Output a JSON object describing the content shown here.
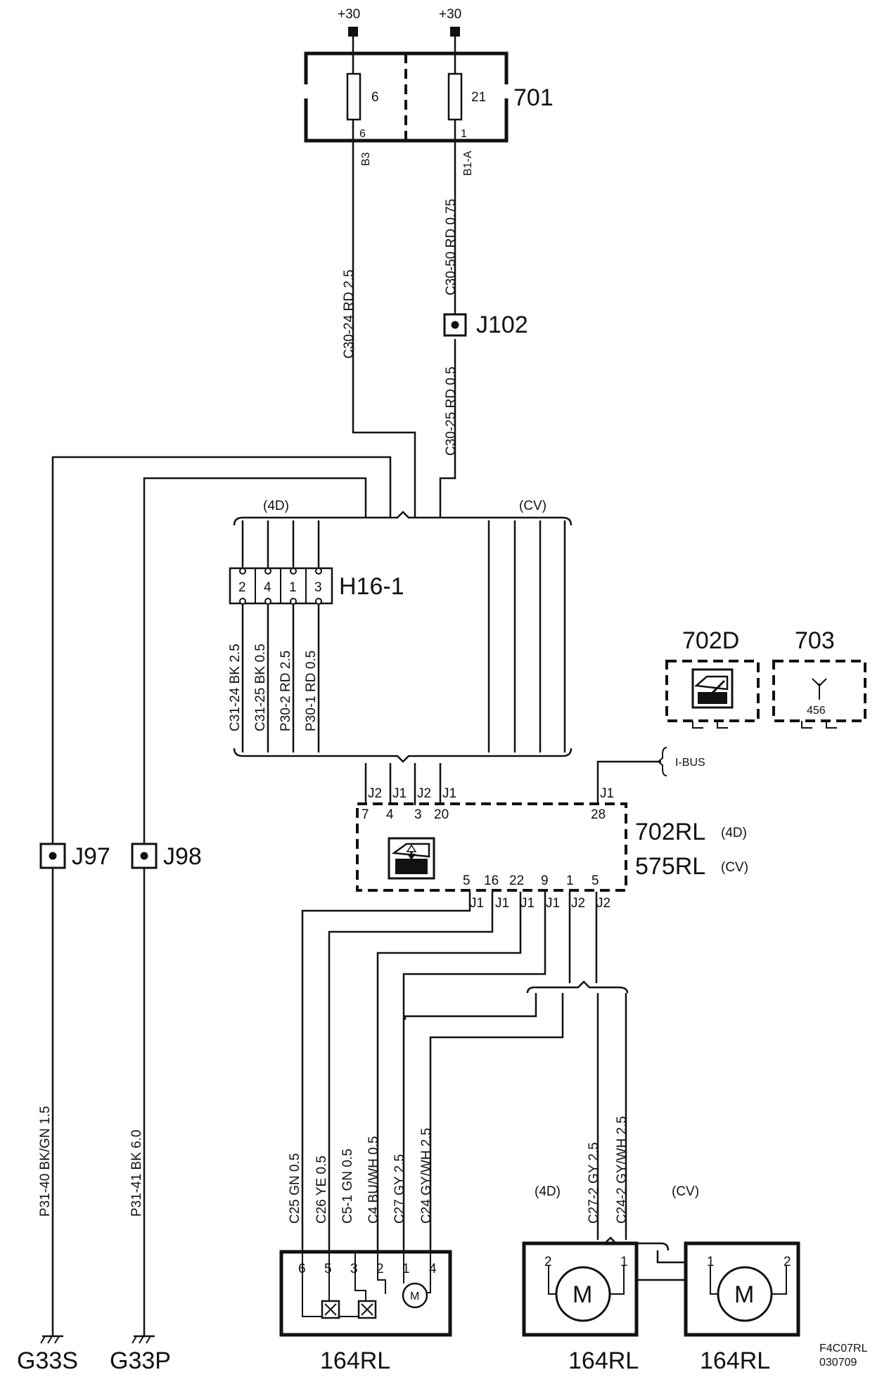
{
  "supply": {
    "left": "+30",
    "right": "+30"
  },
  "fuse_box": {
    "id": "701",
    "fuse_left": "6",
    "fuse_left_pin": "6",
    "fuse_right": "21",
    "fuse_right_pin": "1"
  },
  "wires": {
    "b3": "B3",
    "b1a": "B1-A",
    "c30_24": "C30-24  RD  2.5",
    "c30_50": "C30-50  RD  0.75",
    "c30_25": "C30-25  RD  0.5",
    "c31_24": "C31-24  BK  2.5",
    "c31_25": "C31-25  BK  0.5",
    "p30_2": "P30-2   RD  2.5",
    "p30_1": "P30-1   RD  0.5",
    "p31_40": "P31-40  BK/GN  1.5",
    "p31_41": "P31-41   BK   6.0",
    "c25": "C25  GN  0.5",
    "c26": "C26  YE  0.5",
    "c5_1": "C5-1  GN  0.5",
    "c4": "C4  BU/WH  0.5",
    "c27": "C27  GY  2.5",
    "c24": "C24  GY/WH  2.5",
    "c27_2": "C27-2  GY  2.5",
    "c24_2": "C24-2  GY/WH  2.5"
  },
  "junctions": {
    "j102": "J102",
    "j97": "J97",
    "j98": "J98"
  },
  "variants": {
    "top_4d": "(4D)",
    "top_cv": "(CV)",
    "bot_4d": "(4D)",
    "bot_cv": "(CV)"
  },
  "connector_h16": {
    "id": "H16-1",
    "pins": [
      "2",
      "4",
      "1",
      "3"
    ]
  },
  "module_702d": "702D",
  "module_703": {
    "id": "703",
    "pin": "456"
  },
  "ibus": "I-BUS",
  "control_unit": {
    "id1": "702RL",
    "var1": "(4D)",
    "id2": "575RL",
    "var2": "(CV)",
    "top_pins": [
      {
        "conn": "J2",
        "pin": "7"
      },
      {
        "conn": "J1",
        "pin": "4"
      },
      {
        "conn": "J2",
        "pin": "3"
      },
      {
        "conn": "J1",
        "pin": "20"
      },
      {
        "conn": "J1",
        "pin": "28"
      }
    ],
    "bottom_pins": [
      {
        "conn": "J1",
        "pin": "5"
      },
      {
        "conn": "J1",
        "pin": "16"
      },
      {
        "conn": "J1",
        "pin": "22"
      },
      {
        "conn": "J1",
        "pin": "9"
      },
      {
        "conn": "J2",
        "pin": "1"
      },
      {
        "conn": "J2",
        "pin": "5"
      }
    ]
  },
  "motor_units": [
    {
      "id": "164RL",
      "pins": [
        "6",
        "5",
        "3",
        "2",
        "1",
        "4"
      ],
      "motor": "M"
    },
    {
      "id": "164RL",
      "pins": [
        "2",
        "1"
      ],
      "motor": "M"
    },
    {
      "id": "164RL",
      "pins": [
        "1",
        "2"
      ],
      "motor": "M"
    }
  ],
  "grounds": {
    "g33s": "G33S",
    "g33p": "G33P"
  },
  "footer": {
    "code": "F4C07RL",
    "date": "030709"
  }
}
